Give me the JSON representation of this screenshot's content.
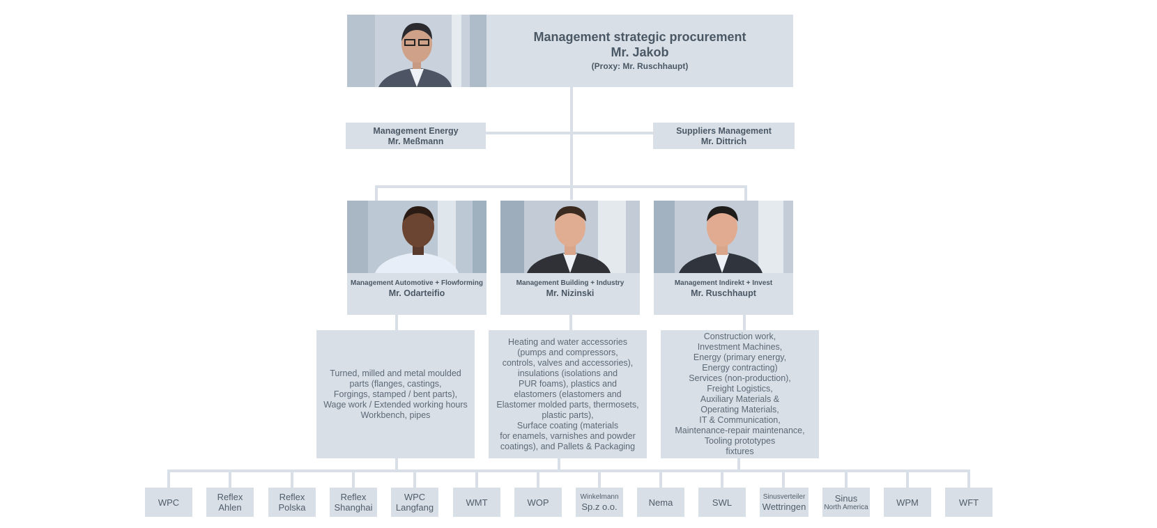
{
  "colors": {
    "box": "#d9dfe6",
    "text": "#4a5866",
    "lines": "#d9dfe6"
  },
  "head": {
    "title": "Management strategic procurement",
    "name": "Mr. Jakob",
    "proxy": "(Proxy: Mr. Ruschhaupt)",
    "photo_icon": "person-photo"
  },
  "energy": {
    "title": "Management Energy",
    "name": "Mr. Meßmann"
  },
  "suppliers": {
    "title": "Suppliers Management",
    "name": "Mr. Dittrich"
  },
  "managers": [
    {
      "title": "Management Automotive + Flowforming",
      "name": "Mr. Odarteifio",
      "photo_icon": "person-photo"
    },
    {
      "title": "Management Building + Industry",
      "name": "Mr. Nizinski",
      "photo_icon": "person-photo"
    },
    {
      "title": "Management Indirekt + Invest",
      "name": "Mr. Ruschhaupt",
      "photo_icon": "person-photo"
    }
  ],
  "descriptions": [
    [
      "Turned, milled and metal moulded",
      "parts (flanges, castings,",
      "Forgings, stamped / bent parts),",
      "Wage work / Extended working hours",
      "Workbench, pipes"
    ],
    [
      "Heating and water accessories",
      "(pumps and compressors,",
      "controls, valves and accessories),",
      "insulations (isolations and",
      "PUR foams), plastics and",
      "elastomers (elastomers and",
      "Elastomer molded parts, thermosets,",
      "plastic parts),",
      "Surface coating (materials",
      "for enamels, varnishes and powder",
      "coatings), and Pallets & Packaging"
    ],
    [
      "Construction work,",
      "Investment Machines,",
      "Energy (primary energy,",
      "Energy contracting)",
      "Services (non-production),",
      "Freight Logistics,",
      "Auxiliary Materials &",
      "Operating Materials,",
      "IT & Communication,",
      "Maintenance-repair maintenance,",
      "Tooling prototypes",
      "fixtures"
    ]
  ],
  "companies": [
    {
      "line1": "WPC",
      "line2": ""
    },
    {
      "line1": "Reflex",
      "line2": "Ahlen"
    },
    {
      "line1": "Reflex",
      "line2": "Polska"
    },
    {
      "line1": "Reflex",
      "line2": "Shanghai"
    },
    {
      "line1": "WPC",
      "line2": "Langfang"
    },
    {
      "line1": "WMT",
      "line2": ""
    },
    {
      "line1": "WOP",
      "line2": ""
    },
    {
      "line1": "Winkelmann",
      "line2": "Sp.z o.o."
    },
    {
      "line1": "Nema",
      "line2": ""
    },
    {
      "line1": "SWL",
      "line2": ""
    },
    {
      "line1": "Sinusverteiler",
      "line2": "Wettringen"
    },
    {
      "line1": "Sinus",
      "line2": "North America"
    },
    {
      "line1": "WPM",
      "line2": ""
    },
    {
      "line1": "WFT",
      "line2": ""
    }
  ]
}
